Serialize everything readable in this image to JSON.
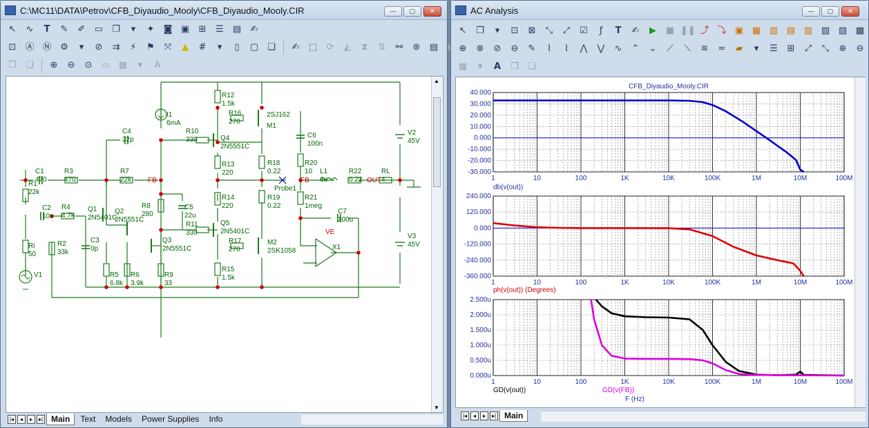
{
  "left_window": {
    "title": "C:\\MC11\\DATA\\Petrov\\CFB_Diyaudio_Mooly\\CFB_Diyaudio_Mooly.CIR",
    "controls": [
      "—",
      "▢",
      "✕"
    ],
    "tabs": [
      "Main",
      "Text",
      "Models",
      "Power Supplies",
      "Info"
    ],
    "active_tab": "Main"
  },
  "right_window": {
    "title": "AC Analysis",
    "controls": [
      "—",
      "▢",
      "✕"
    ],
    "tabs": [
      "Main"
    ],
    "active_tab": "Main"
  },
  "schematic": {
    "components": {
      "C1": [
        "C1",
        "470"
      ],
      "R1": [
        "R1",
        "22k"
      ],
      "C2": [
        "C2",
        "10u"
      ],
      "Ri": [
        "Ri",
        "50"
      ],
      "V1": [
        "V1"
      ],
      "R3": [
        "R3",
        "470"
      ],
      "R7": [
        "R7",
        "22k"
      ],
      "FB": [
        "FB"
      ],
      "C4": [
        "C4",
        "22p"
      ],
      "R10": [
        "R10",
        "330"
      ],
      "R4": [
        "R4",
        "4.7k"
      ],
      "R2": [
        "R2",
        "33k"
      ],
      "Q1": [
        "Q1",
        "2N5401C"
      ],
      "Q2": [
        "Q2",
        "2N5551C"
      ],
      "C3": [
        "C3",
        "0p"
      ],
      "R5": [
        "R5",
        "6.8k"
      ],
      "R6": [
        "R6",
        "3.9k"
      ],
      "R8": [
        "R8",
        "280"
      ],
      "Q3": [
        "Q3",
        "2N5551C"
      ],
      "R9": [
        "R9",
        "33"
      ],
      "C5": [
        "C5",
        "22u"
      ],
      "R11": [
        "R11",
        "330"
      ],
      "I1": [
        "I1",
        "6mA"
      ],
      "Q4": [
        "Q4",
        "2N5551C"
      ],
      "R12": [
        "R12",
        "1.5k"
      ],
      "R16": [
        "R16",
        "270"
      ],
      "R13": [
        "R13",
        "220"
      ],
      "R14": [
        "R14",
        "220"
      ],
      "Q5": [
        "Q5",
        "2N5401C"
      ],
      "R17": [
        "R17",
        "270"
      ],
      "R15": [
        "R15",
        "1.5k"
      ],
      "M1": [
        "2SJ162",
        "M1"
      ],
      "M2": [
        "M2",
        "2SK1058"
      ],
      "R18": [
        "R18",
        "0.22"
      ],
      "R19": [
        "R19",
        "0.22"
      ],
      "C6": [
        "C6",
        "100n"
      ],
      "R20": [
        "R20",
        "10"
      ],
      "Probe1": [
        "Probe1"
      ],
      "FB2": [
        "FB"
      ],
      "L1": [
        "L1",
        "6u"
      ],
      "R22": [
        "R22",
        "0.22"
      ],
      "OUT": [
        "OUT"
      ],
      "RL": [
        "RL",
        "4"
      ],
      "R21": [
        "R21",
        "1meg"
      ],
      "C7": [
        "C7",
        "100u"
      ],
      "VE": [
        "VE"
      ],
      "X1": [
        "X1"
      ],
      "V2": [
        "V2",
        "45V"
      ],
      "V3": [
        "V3",
        "45V"
      ]
    }
  },
  "chart_data": [
    {
      "type": "line",
      "title": "CFB_Diyaudio_Mooly.CIR",
      "xlabel": "db(v(out))",
      "x_scale": "log",
      "xlim": [
        1,
        100000000
      ],
      "x_ticks": [
        "1",
        "10",
        "100",
        "1K",
        "10K",
        "100K",
        "1M",
        "10M",
        "100M"
      ],
      "ylim": [
        -30,
        40
      ],
      "y_ticks": [
        "40.000",
        "30.000",
        "20.000",
        "10.000",
        "0.000",
        "-10.000",
        "-20.000",
        "-30.000"
      ],
      "series": [
        {
          "name": "db(v(out))",
          "color": "#0000cc",
          "x": [
            1,
            10,
            100,
            1000,
            10000,
            30000,
            60000,
            100000,
            200000,
            500000,
            1000000,
            2000000,
            5000000,
            8000000,
            10000000,
            12000000
          ],
          "y": [
            33,
            33,
            33,
            33,
            33,
            32.7,
            31.5,
            29,
            23.5,
            14,
            6,
            -2,
            -13,
            -19.5,
            -28,
            -30
          ]
        }
      ]
    },
    {
      "type": "line",
      "xlabel": "ph(v(out)) (Degrees)",
      "x_scale": "log",
      "xlim": [
        1,
        100000000
      ],
      "x_ticks": [
        "1",
        "10",
        "100",
        "1K",
        "10K",
        "100K",
        "1M",
        "10M",
        "100M"
      ],
      "ylim": [
        -360,
        240
      ],
      "y_ticks": [
        "240.000",
        "120.000",
        "0.000",
        "-120.000",
        "-240.000",
        "-360.000"
      ],
      "series": [
        {
          "name": "ph(v(out)) (Degrees)",
          "color": "#dd0000",
          "x": [
            1,
            3,
            10,
            30,
            100,
            1000,
            10000,
            30000,
            100000,
            300000,
            1000000,
            3000000,
            7000000,
            10000000,
            12000000
          ],
          "y": [
            37,
            20,
            6,
            2,
            0,
            0,
            -1,
            -10,
            -60,
            -140,
            -205,
            -240,
            -265,
            -320,
            -360
          ]
        }
      ]
    },
    {
      "type": "line",
      "xlabel": "F (Hz)",
      "x_scale": "log",
      "xlim": [
        1,
        100000000
      ],
      "x_ticks": [
        "1",
        "10",
        "100",
        "1K",
        "10K",
        "100K",
        "1M",
        "10M",
        "100M"
      ],
      "ylim": [
        0,
        2.5
      ],
      "y_ticks": [
        "2.500u",
        "2.000u",
        "1.500u",
        "1.000u",
        "0.500u",
        "0.000u"
      ],
      "series": [
        {
          "name": "GD(v(out))",
          "color": "#000000",
          "x": [
            220,
            300,
            500,
            1000,
            3000,
            10000,
            30000,
            60000,
            100000,
            200000,
            400000,
            1000000,
            3000000,
            8000000,
            10000000,
            12000000,
            100000000
          ],
          "y": [
            2.5,
            2.28,
            2.05,
            1.95,
            1.92,
            1.91,
            1.85,
            1.5,
            1.0,
            0.45,
            0.15,
            0.03,
            0.01,
            0.03,
            0.13,
            0.02,
            0.0
          ]
        },
        {
          "name": "GD(v(FB))",
          "color": "#dd00dd",
          "x": [
            170,
            200,
            300,
            500,
            1000,
            3000,
            10000,
            30000,
            60000,
            100000,
            200000,
            400000,
            1000000,
            5000000,
            100000000
          ],
          "y": [
            2.5,
            1.85,
            1.0,
            0.65,
            0.56,
            0.55,
            0.55,
            0.54,
            0.5,
            0.4,
            0.18,
            0.05,
            0.02,
            0.01,
            0.0
          ]
        }
      ]
    }
  ]
}
